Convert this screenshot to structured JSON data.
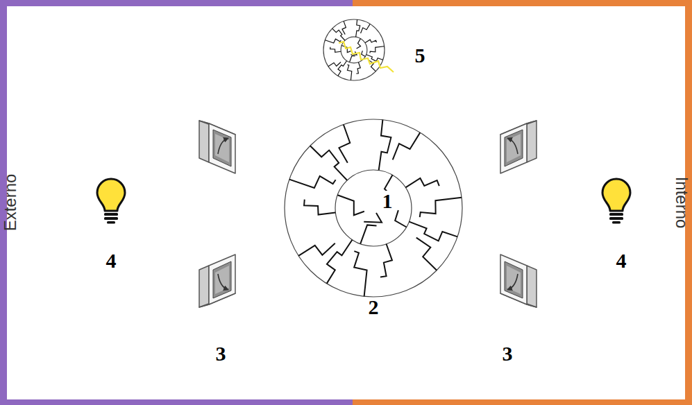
{
  "diagram": {
    "labels": [
      "Externo",
      "Interno",
      "5",
      "1",
      "4",
      "4",
      "2",
      "3",
      "3"
    ]
  }
}
